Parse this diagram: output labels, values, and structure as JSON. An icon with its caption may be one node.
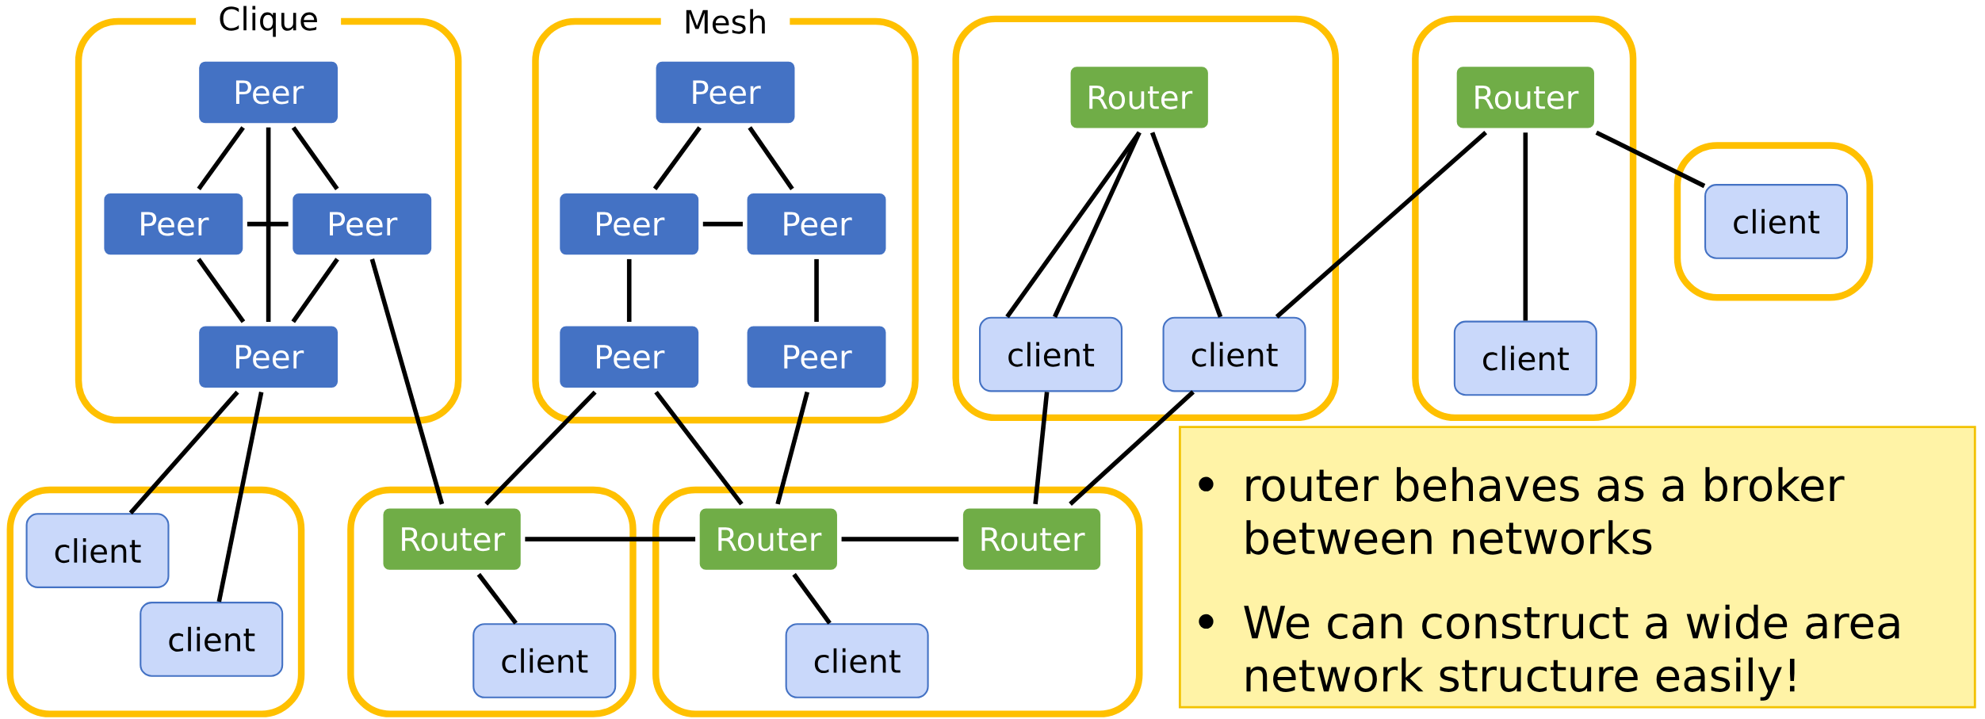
{
  "diagram": {
    "nodes": [
      {
        "text": [
          "Clique"
        ]
      },
      {
        "text": [
          "Peer"
        ],
        "in": 0
      },
      {
        "text": [
          "Peer"
        ],
        "in": 0
      },
      {
        "text": [
          "Peer"
        ],
        "in": 0
      },
      {
        "text": [
          "Peer"
        ],
        "in": 0
      },
      {
        "text": [
          "Mesh"
        ]
      },
      {
        "text": [
          "Peer"
        ],
        "in": 5
      },
      {
        "text": [
          "Peer"
        ],
        "in": 5
      },
      {
        "text": [
          "Peer"
        ],
        "in": 5
      },
      {
        "text": [
          "Peer"
        ],
        "in": 5
      },
      {
        "text": [
          "Peer"
        ],
        "in": 5
      },
      {
        "text": [],
        "shape": "box"
      },
      {
        "text": [
          "Router"
        ],
        "in": 11
      },
      {
        "text": [
          "client"
        ],
        "in": 11
      },
      {
        "text": [
          "client"
        ],
        "in": 11
      },
      {
        "text": [],
        "shape": "box"
      },
      {
        "text": [
          "Router"
        ],
        "in": 15
      },
      {
        "text": [
          "client"
        ],
        "in": 15
      },
      {
        "text": [],
        "shape": "box"
      },
      {
        "text": [
          "client"
        ],
        "in": 18
      },
      {
        "text": [],
        "shape": "box"
      },
      {
        "text": [
          "client"
        ],
        "in": 20
      },
      {
        "text": [
          "client"
        ],
        "in": 20
      },
      {
        "text": [],
        "shape": "box"
      },
      {
        "text": [
          "Router"
        ],
        "in": 23
      },
      {
        "text": [
          "client"
        ],
        "in": 23
      },
      {
        "text": [],
        "shape": "box"
      },
      {
        "text": [
          "Router"
        ],
        "in": 26
      },
      {
        "text": [
          "client"
        ],
        "in": 26
      },
      {
        "text": [
          "Router"
        ],
        "in": 26
      },
      {
        "text": [
          "router behaves as a broker between networks",
          "We can construct a wide area network structure easily!"
        ]
      }
    ],
    "edges": [
      {
        "from": 1,
        "to": 2,
        "arrow": "none"
      },
      {
        "from": 1,
        "to": 3,
        "arrow": "none"
      },
      {
        "from": 1,
        "to": 4,
        "arrow": "none"
      },
      {
        "from": 2,
        "to": 3,
        "arrow": "none"
      },
      {
        "from": 2,
        "to": 4,
        "arrow": "none"
      },
      {
        "from": 3,
        "to": 4,
        "arrow": "none"
      },
      {
        "from": 6,
        "to": 7,
        "arrow": "none"
      },
      {
        "from": 6,
        "to": 8,
        "arrow": "none"
      },
      {
        "from": 7,
        "to": 8,
        "arrow": "none"
      },
      {
        "from": 7,
        "to": 9,
        "arrow": "none"
      },
      {
        "from": 8,
        "to": 10,
        "arrow": "none"
      },
      {
        "from": 12,
        "to": 13,
        "arrow": "none"
      },
      {
        "from": 12,
        "to": 13,
        "arrow": "none"
      },
      {
        "from": 12,
        "to": 14,
        "arrow": "none"
      },
      {
        "from": 16,
        "to": 17,
        "arrow": "none"
      },
      {
        "from": 16,
        "to": 19,
        "arrow": "none"
      },
      {
        "from": 16,
        "to": 14,
        "arrow": "none"
      },
      {
        "from": 4,
        "to": 21,
        "arrow": "none"
      },
      {
        "from": 4,
        "to": 22,
        "arrow": "none"
      },
      {
        "from": 3,
        "to": 24,
        "arrow": "none"
      },
      {
        "from": 9,
        "to": 24,
        "arrow": "none"
      },
      {
        "from": 9,
        "to": 27,
        "arrow": "none"
      },
      {
        "from": 10,
        "to": 27,
        "arrow": "none"
      },
      {
        "from": 13,
        "to": 29,
        "arrow": "none"
      },
      {
        "from": 14,
        "to": 29,
        "arrow": "none"
      },
      {
        "from": 24,
        "to": 27,
        "arrow": "none"
      },
      {
        "from": 27,
        "to": 29,
        "arrow": "none"
      },
      {
        "from": 24,
        "to": 25,
        "arrow": "none"
      },
      {
        "from": 27,
        "to": 28,
        "arrow": "none"
      }
    ]
  }
}
